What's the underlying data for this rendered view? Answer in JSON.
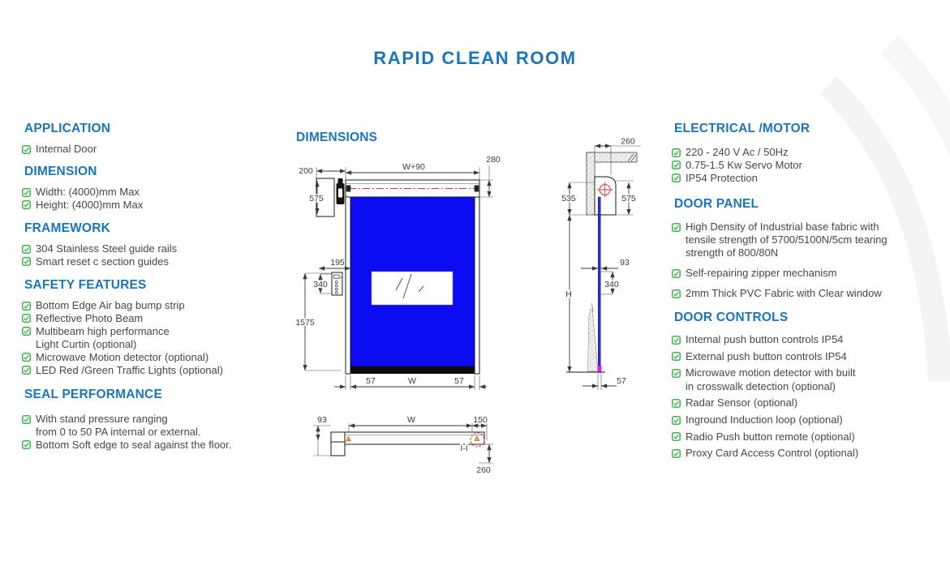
{
  "title": "RAPID CLEAN ROOM",
  "left_sections": [
    {
      "heading": "APPLICATION",
      "items": [
        {
          "lines": [
            "Internal Door"
          ]
        }
      ]
    },
    {
      "heading": "DIMENSION",
      "items": [
        {
          "lines": [
            "Width: (4000)mm Max"
          ]
        },
        {
          "lines": [
            "Height: (4000)mm Max"
          ]
        }
      ]
    },
    {
      "heading": "FRAMEWORK",
      "items": [
        {
          "lines": [
            "304 Stainless Steel guide rails"
          ]
        },
        {
          "lines": [
            "Smart reset c section guides"
          ]
        }
      ]
    },
    {
      "heading": "SAFETY FEATURES",
      "items": [
        {
          "lines": [
            "Bottom Edge Air bag bump strip"
          ]
        },
        {
          "lines": [
            "Reflective Photo Beam"
          ]
        },
        {
          "lines": [
            "Multibeam high performance",
            "Light Curtin (optional)"
          ]
        },
        {
          "lines": [
            "Microwave Motion detector (optional)"
          ]
        },
        {
          "lines": [
            "LED Red /Green Traffic Lights (optional)"
          ]
        }
      ]
    },
    {
      "heading": "SEAL PERFORMANCE",
      "items": [
        {
          "lines": [
            "With stand pressure ranging",
            "from 0 to 50 PA internal or external."
          ]
        },
        {
          "lines": [
            "Bottom Soft edge to seal against the floor."
          ]
        }
      ]
    }
  ],
  "right_sections": [
    {
      "heading": "ELECTRICAL /MOTOR",
      "items": [
        {
          "lines": [
            "220 - 240 V Ac / 50Hz"
          ]
        },
        {
          "lines": [
            "0.75-1.5 Kw Servo Motor"
          ]
        },
        {
          "lines": [
            "IP54 Protection"
          ]
        }
      ]
    },
    {
      "heading": "DOOR PANEL",
      "items": [
        {
          "lines": [
            "High Density of Industrial base fabric with",
            "tensile strength of 5700/5100N/5cm tearing",
            "strength of 800/80N"
          ]
        },
        {
          "lines": [
            "Self-repairing zipper mechanism"
          ]
        },
        {
          "lines": [
            "2mm Thick PVC Fabric with Clear window"
          ]
        }
      ]
    },
    {
      "heading": "DOOR CONTROLS",
      "items": [
        {
          "lines": [
            "Internal push button controls IP54"
          ]
        },
        {
          "lines": [
            "External push button controls IP54"
          ]
        },
        {
          "lines": [
            "Microwave motion detector with built",
            "in crosswalk detection (optional)"
          ]
        },
        {
          "lines": [
            "Radar Sensor (optional)"
          ]
        },
        {
          "lines": [
            "Inground Induction loop (optional)"
          ]
        },
        {
          "lines": [
            "Radio Push button remote (optional)"
          ]
        },
        {
          "lines": [
            "Proxy Card Access Control (optional)"
          ]
        }
      ]
    }
  ],
  "diagram": {
    "heading": "DIMENSIONS",
    "front_view": {
      "top_offset": "200",
      "top_width": "W+90",
      "header_height": "280",
      "bracket_height": "575",
      "controls_offset": "195",
      "controls_height": "340",
      "curtain_height": "1575",
      "rail_left": "57",
      "clear_width": "W",
      "rail_right": "57"
    },
    "side_view": {
      "header_depth": "260",
      "wall_height": "535",
      "header_height": "575",
      "guide_depth": "93",
      "controls_height": "340",
      "door_height": "H",
      "base_depth": "57"
    },
    "plan_view": {
      "side_depth": "93",
      "clear_width": "W",
      "end_depth": "150",
      "section_mark": "I-I",
      "end_height": "260"
    }
  },
  "icons": {
    "bullet": "check-square-icon"
  },
  "colors": {
    "heading_blue": "#1b75bb",
    "check_green": "#3cb54a",
    "door_blue": "#0c0cf2",
    "centerline_red": "#dd3333",
    "seal_magenta": "#e816e8",
    "marker_orange": "#f0a030",
    "text_gray": "#474747"
  }
}
